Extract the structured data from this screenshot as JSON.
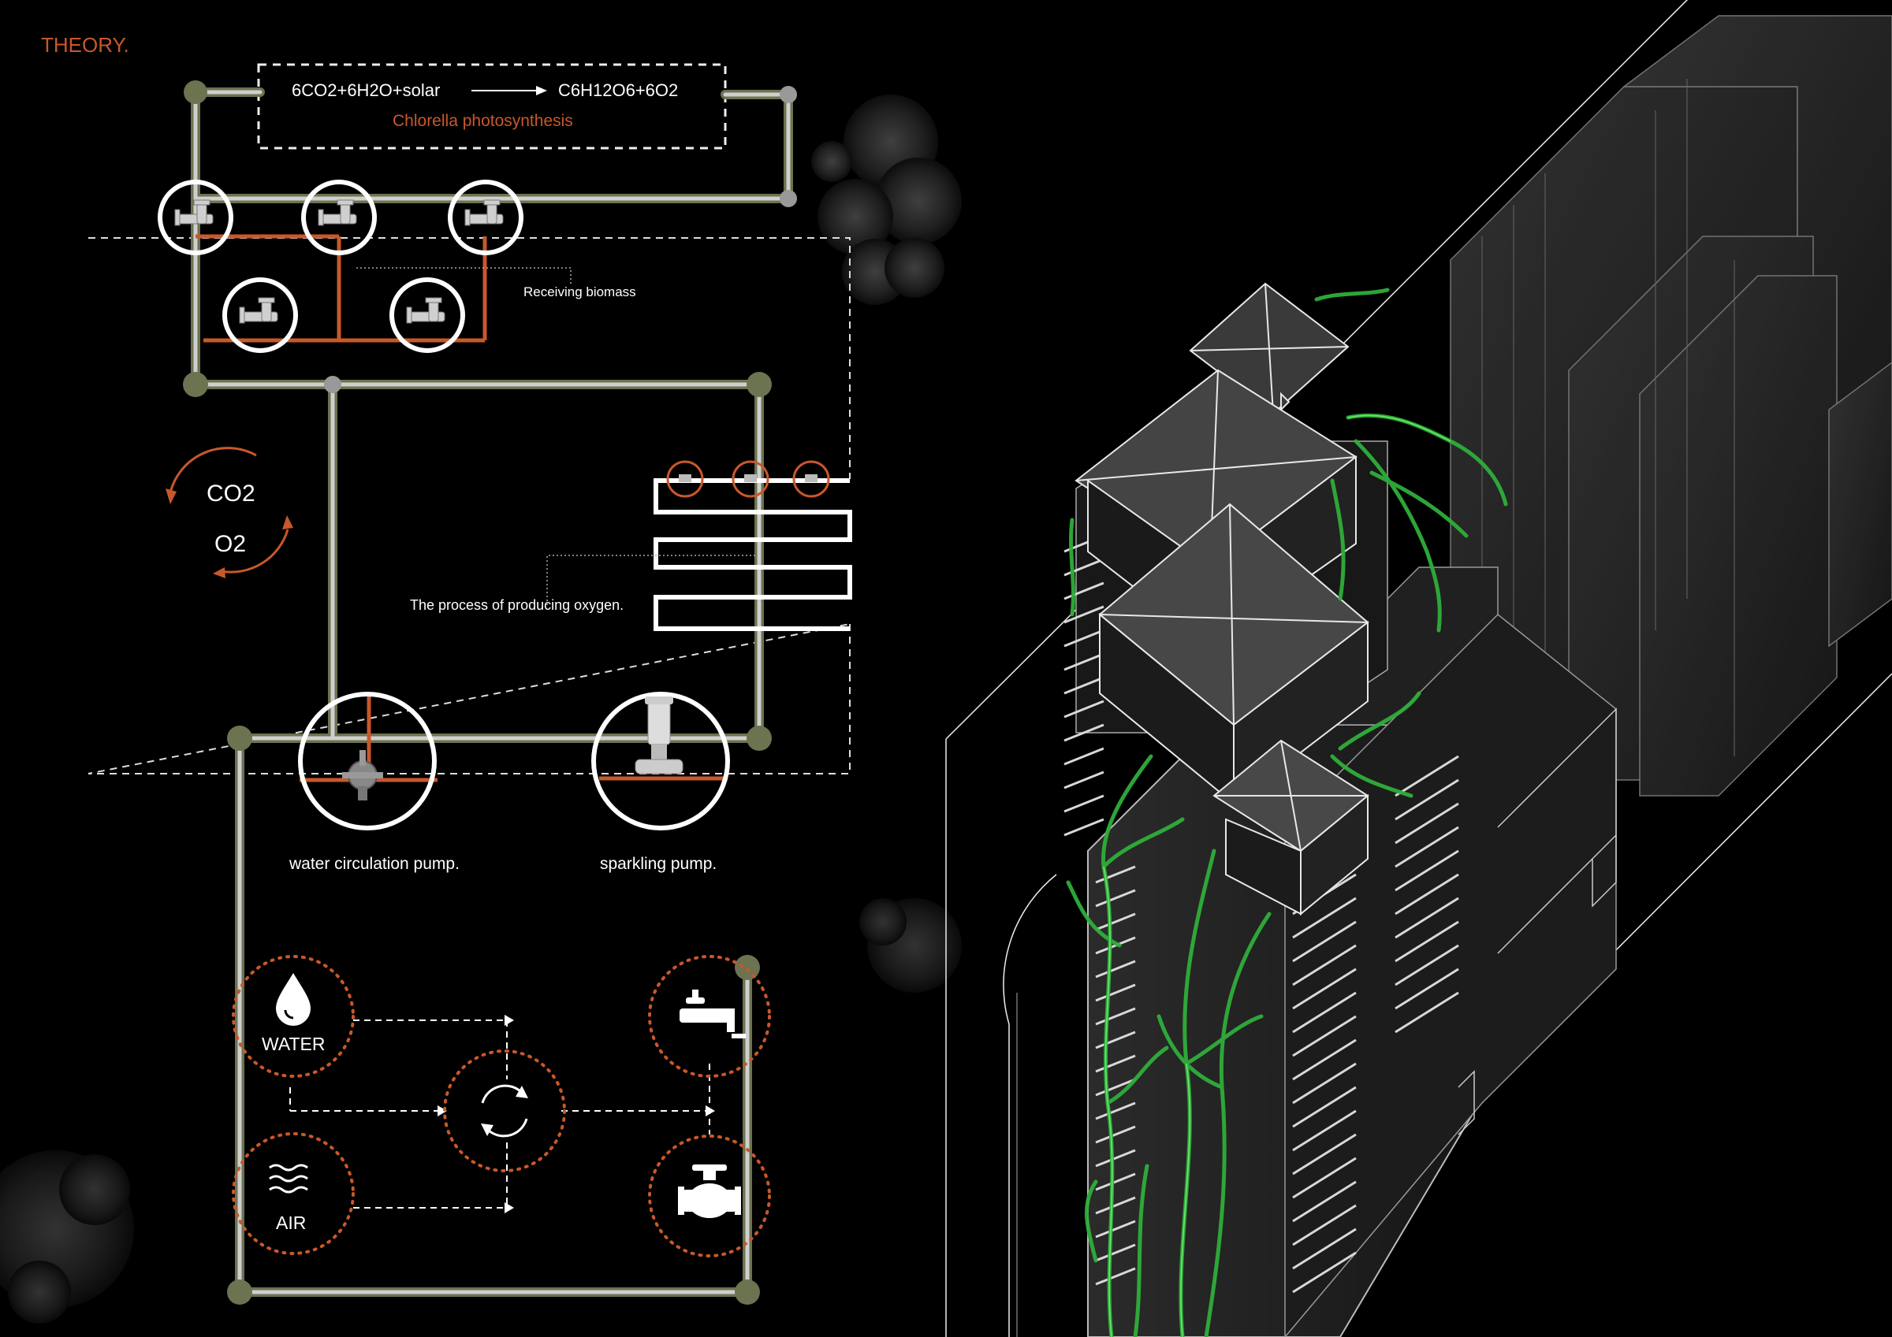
{
  "header": {
    "title": "THEORY."
  },
  "equation": {
    "left": "6CO2+6H2O+solar",
    "right": "C6H12O6+6O2",
    "caption": "Chlorella photosynthesis"
  },
  "annotations": {
    "receiving_biomass": "Receiving biomass",
    "oxygen_process": "The process of producing oxygen."
  },
  "cycle": {
    "top": "CO2",
    "bottom": "O2"
  },
  "pumps": {
    "circulation": "water circulation pump.",
    "sparkling": "sparkling pump."
  },
  "inputs": {
    "water": "WATER",
    "air": "AIR"
  },
  "colors": {
    "background": "#000000",
    "accent_orange": "#c8582a",
    "pipe_olive": "#6b7350",
    "pipe_light": "#c8c8c8",
    "vine_green": "#2fae3a"
  },
  "icons": [
    "valve-icon",
    "water-drop-icon",
    "air-waves-icon",
    "recycle-icon",
    "faucet-icon",
    "gate-valve-icon",
    "vertical-pump-icon",
    "circulation-pump-icon"
  ]
}
